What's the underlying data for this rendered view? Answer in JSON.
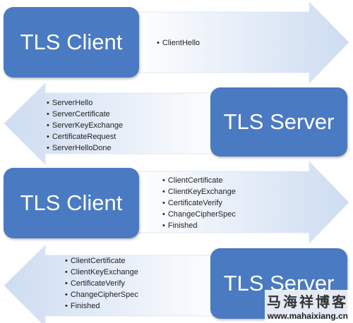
{
  "colors": {
    "box": "#4a7ac1",
    "arrow_fill_start": "#ffffff",
    "arrow_fill_end": "#cddcf1"
  },
  "steps": [
    {
      "party": "TLS Client",
      "direction": "right",
      "messages": [
        "ClientHello"
      ]
    },
    {
      "party": "TLS Server",
      "direction": "left",
      "messages": [
        "ServerHello",
        "ServerCertificate",
        "ServerKeyExchange",
        "CertificateRequest",
        "ServerHelloDone"
      ]
    },
    {
      "party": "TLS Client",
      "direction": "right",
      "messages": [
        "ClientCertificate",
        "ClientKeyExchange",
        "CertificateVerify",
        "ChangeCipherSpec",
        "Finished"
      ]
    },
    {
      "party": "TLS Server",
      "direction": "left",
      "messages": [
        "ClientCertificate",
        "ClientKeyExchange",
        "CertificateVerify",
        "ChangeCipherSpec",
        "Finished"
      ]
    }
  ],
  "watermark": {
    "title": "马海祥博客",
    "url": "www.mahaixiang.cn"
  }
}
